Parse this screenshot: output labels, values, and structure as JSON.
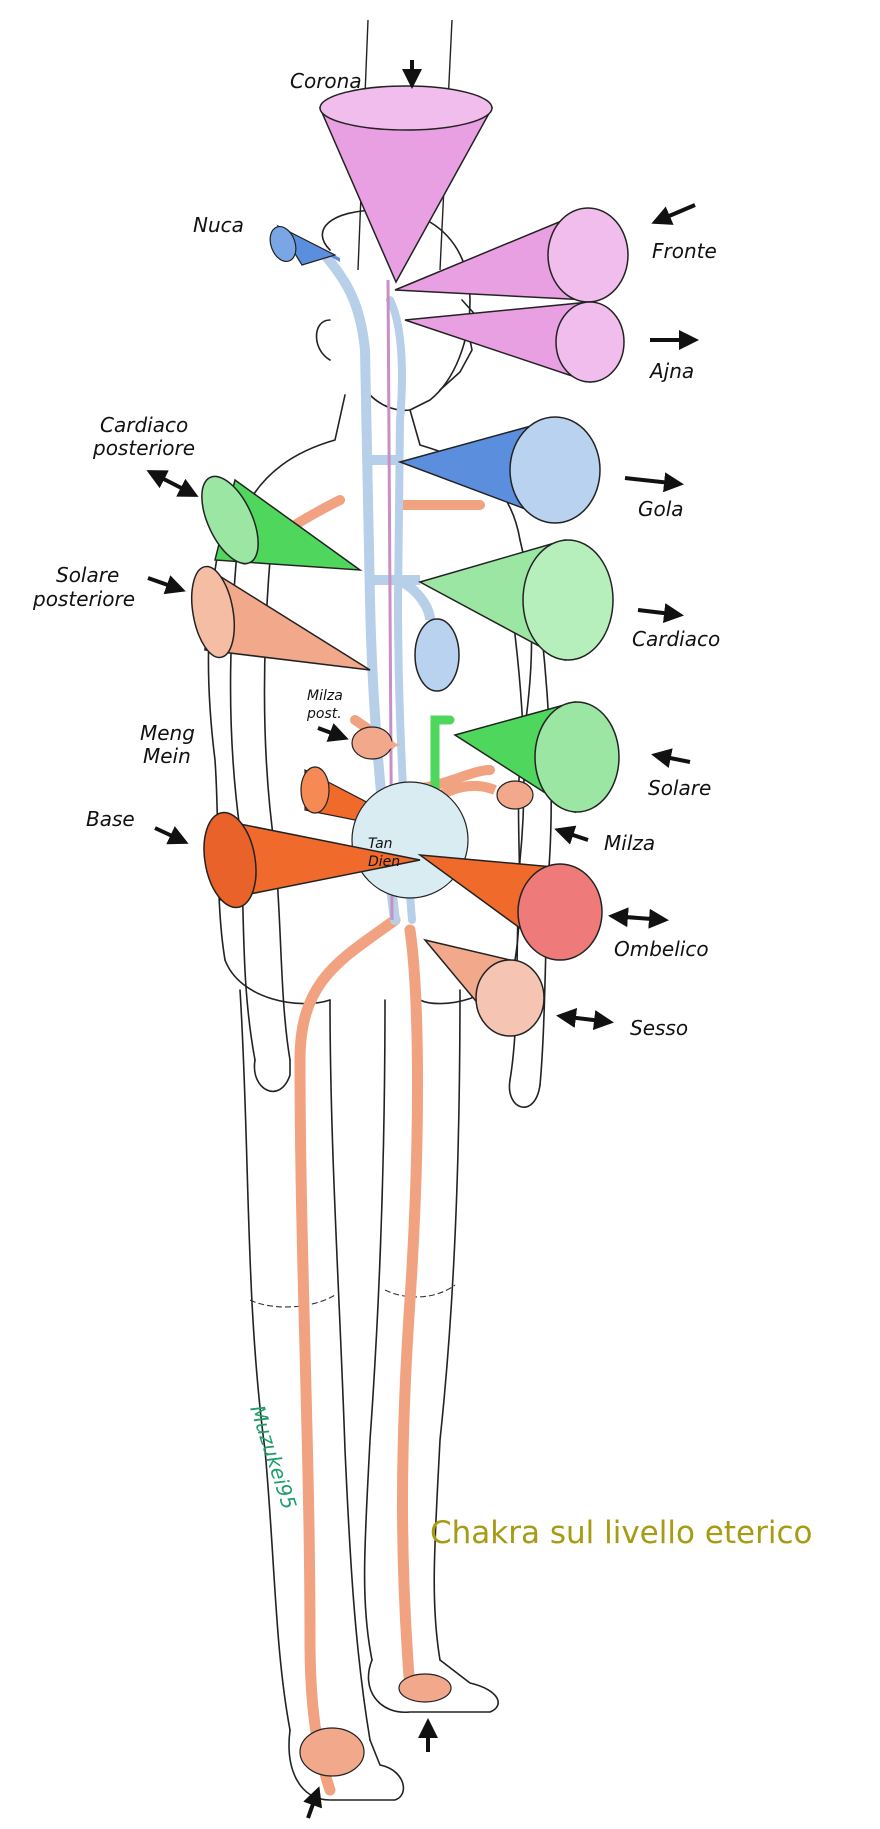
{
  "caption": "Chakra sul livello eterico",
  "signature": "Muzukei95",
  "colors": {
    "pink": "#e8a0e2",
    "blue_dark": "#5b8fde",
    "blue_light": "#b9d2ef",
    "green": "#9ae6a2",
    "green_bright": "#4fd65c",
    "salmon": "#f2a88a",
    "orange": "#f06a2c",
    "red": "#ee7a7a",
    "channel_salmon": "#f0a281",
    "channel_blue": "#b7cfe8"
  },
  "labels": {
    "corona": "Corona",
    "nuca": "Nuca",
    "fronte": "Fronte",
    "ajna": "Ajna",
    "cardiaco_posteriore_1": "Cardiaco",
    "cardiaco_posteriore_2": "posteriore",
    "gola": "Gola",
    "solare_posteriore_1": "Solare",
    "solare_posteriore_2": "posteriore",
    "cardiaco": "Cardiaco",
    "milza_post_1": "Milza",
    "milza_post_2": "post.",
    "meng_mein_1": "Meng",
    "meng_mein_2": "Mein",
    "solare": "Solare",
    "base": "Base",
    "milza": "Milza",
    "tan_dien_1": "Tan",
    "tan_dien_2": "Dien",
    "ombelico": "Ombelico",
    "sesso": "Sesso"
  }
}
